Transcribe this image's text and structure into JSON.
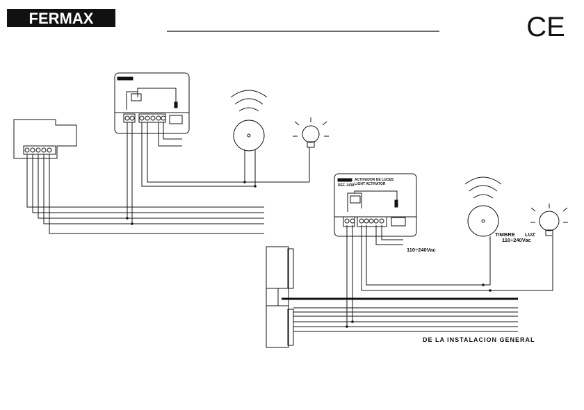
{
  "header": {
    "logo": "FERMAX",
    "ce_mark": "CE"
  },
  "module_top": {
    "label": "FERMAX"
  },
  "module_bottom": {
    "brand": "FERMAX",
    "title_es": "ACTIVADOR DE LUCES",
    "title_en": "LIGHT ACTIVATOR",
    "ref": "REF. 2438",
    "power_label": "110÷240Vac"
  },
  "loads": {
    "bell_label": "TIMBRE",
    "light_label": "LUZ",
    "power_label": "110÷240Vac"
  },
  "bus": {
    "caption": "DE LA INSTALACION GENERAL"
  },
  "colors": {
    "line": "#111111",
    "background": "#ffffff"
  }
}
